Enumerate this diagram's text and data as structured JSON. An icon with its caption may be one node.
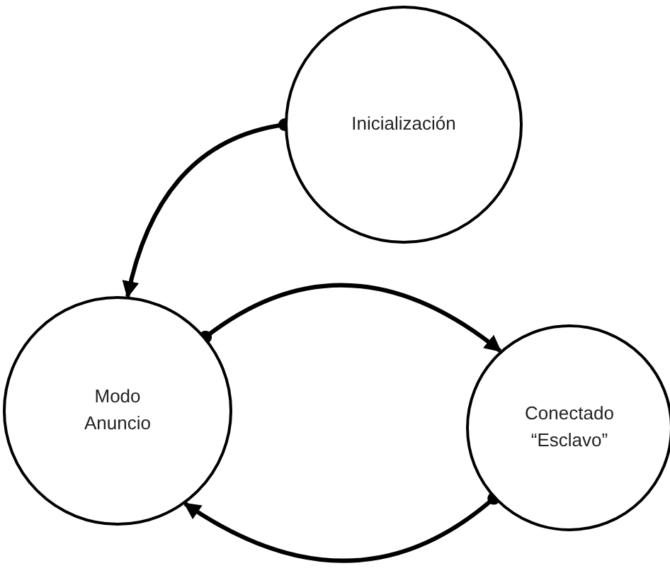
{
  "diagram": {
    "nodes": [
      {
        "text": [
          "Inicialización"
        ]
      },
      {
        "text": [
          "Modo Anuncio"
        ]
      },
      {
        "text": [
          "Conectado “Esclavo”"
        ]
      }
    ],
    "edges": [
      {
        "from": 0,
        "to": 1,
        "arrow": "to"
      },
      {
        "from": 1,
        "to": 2,
        "arrow": "to"
      },
      {
        "from": 2,
        "to": 1,
        "arrow": "to"
      }
    ]
  }
}
